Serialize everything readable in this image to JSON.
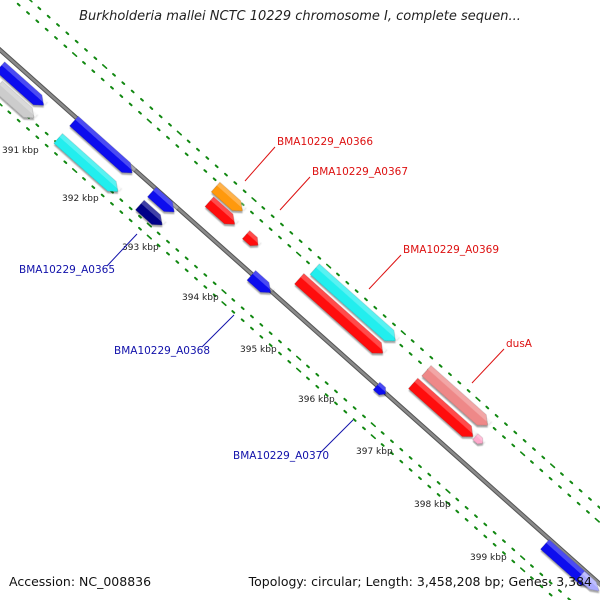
{
  "title": "Burkholderia mallei NCTC 10229 chromosome I, complete sequen...",
  "footer": {
    "accession": "Accession: NC_008836",
    "summary": "Topology: circular; Length: 3,458,208 bp; Genes: 3,384"
  },
  "colors": {
    "backbone": "#8a8a8a",
    "tick_dots": "#118811",
    "gene_red": "#ff1111",
    "gene_blue": "#1111ee",
    "gene_cyan": "#22eeee",
    "gene_navy": "#000088",
    "gene_orange": "#ff9911",
    "gene_pink": "#ee8888",
    "gene_gray": "#cccccc",
    "label_red": "#dd1111",
    "label_blue": "#1111aa"
  },
  "ticks": [
    "391 kbp",
    "392 kbp",
    "393 kbp",
    "394 kbp",
    "395 kbp",
    "396 kbp",
    "397 kbp",
    "398 kbp",
    "399 kbp"
  ],
  "gene_labels": [
    {
      "text": "BMA10229_A0366",
      "color": "red"
    },
    {
      "text": "BMA10229_A0367",
      "color": "red"
    },
    {
      "text": "BMA10229_A0369",
      "color": "red"
    },
    {
      "text": "dusA",
      "color": "red"
    },
    {
      "text": "BMA10229_A0365",
      "color": "blue"
    },
    {
      "text": "BMA10229_A0368",
      "color": "blue"
    },
    {
      "text": "BMA10229_A0370",
      "color": "blue"
    }
  ]
}
